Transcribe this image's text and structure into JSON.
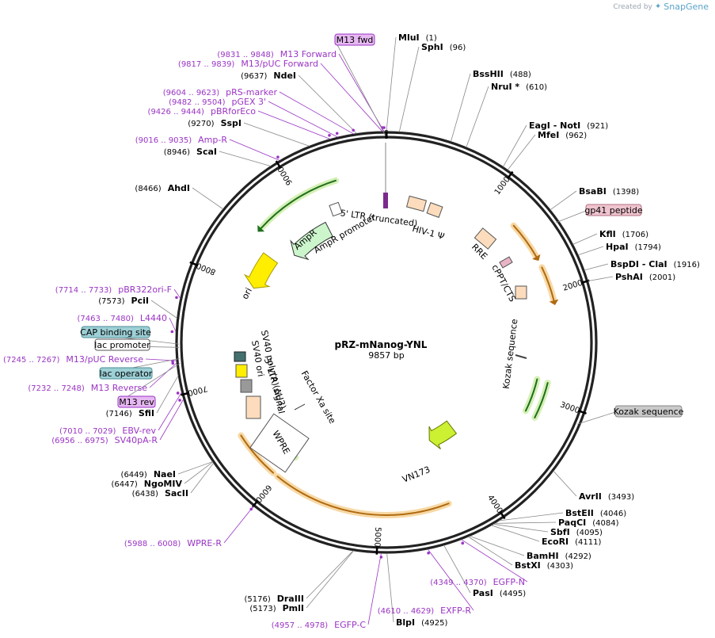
{
  "brand": {
    "created_by": "Created by",
    "app": "SnapGene"
  },
  "plasmid": {
    "name": "pRZ-mNanog-YNL",
    "size_label": "9857 bp"
  },
  "ticks": [
    "1000",
    "2000",
    "3000",
    "4000",
    "5000",
    "6000",
    "7000",
    "8000",
    "9000"
  ],
  "enzymes": [
    {
      "name": "MluI",
      "pos": "(1)"
    },
    {
      "name": "SphI",
      "pos": "(96)"
    },
    {
      "name": "BssHII",
      "pos": "(488)"
    },
    {
      "name": "NruI *",
      "pos": "(610)"
    },
    {
      "name": "EagI - NotI",
      "pos": "(921)"
    },
    {
      "name": "MfeI",
      "pos": "(962)"
    },
    {
      "name": "BsaBI",
      "pos": "(1398)"
    },
    {
      "name": "KflI",
      "pos": "(1706)"
    },
    {
      "name": "HpaI",
      "pos": "(1794)"
    },
    {
      "name": "BspDI - ClaI",
      "pos": "(1916)"
    },
    {
      "name": "PshAI",
      "pos": "(2001)"
    },
    {
      "name": "AvrII",
      "pos": "(3493)"
    },
    {
      "name": "BstEII",
      "pos": "(4046)"
    },
    {
      "name": "PaqCI",
      "pos": "(4084)"
    },
    {
      "name": "SbfI",
      "pos": "(4095)"
    },
    {
      "name": "EcoRI",
      "pos": "(4111)"
    },
    {
      "name": "BamHI",
      "pos": "(4292)"
    },
    {
      "name": "BstXI",
      "pos": "(4303)"
    },
    {
      "name": "PasI",
      "pos": "(4495)"
    },
    {
      "name": "BlpI",
      "pos": "(4925)"
    },
    {
      "name": "PmlI",
      "pos": "(5173)"
    },
    {
      "name": "DraIII",
      "pos": "(5176)"
    },
    {
      "name": "SacII",
      "pos": "(6438)"
    },
    {
      "name": "NgoMIV",
      "pos": "(6447)"
    },
    {
      "name": "NaeI",
      "pos": "(6449)"
    },
    {
      "name": "SfiI",
      "pos": "(7146)"
    },
    {
      "name": "PciI",
      "pos": "(7573)"
    },
    {
      "name": "AhdI",
      "pos": "(8466)"
    },
    {
      "name": "ScaI",
      "pos": "(8946)"
    },
    {
      "name": "SspI",
      "pos": "(9270)"
    },
    {
      "name": "NdeI",
      "pos": "(9637)"
    }
  ],
  "primers": [
    {
      "name": "M13 Forward",
      "range": "(9831 .. 9848)"
    },
    {
      "name": "M13/pUC Forward",
      "range": "(9817 .. 9839)"
    },
    {
      "name": "pRS-marker",
      "range": "(9604 .. 9623)"
    },
    {
      "name": "pGEX 3'",
      "range": "(9482 .. 9504)"
    },
    {
      "name": "pBRforEco",
      "range": "(9426 .. 9444)"
    },
    {
      "name": "Amp-R",
      "range": "(9016 .. 9035)"
    },
    {
      "name": "pBR322ori-F",
      "range": "(7714 .. 7733)"
    },
    {
      "name": "L4440",
      "range": "(7463 .. 7480)"
    },
    {
      "name": "M13/pUC Reverse",
      "range": "(7245 .. 7267)"
    },
    {
      "name": "M13 Reverse",
      "range": "(7232 .. 7248)"
    },
    {
      "name": "EBV-rev",
      "range": "(7010 .. 7029)"
    },
    {
      "name": "SV40pA-R",
      "range": "(6956 .. 6975)"
    },
    {
      "name": "WPRE-R",
      "range": "(5988 .. 6008)"
    },
    {
      "name": "EGFP-C",
      "range": "(4957 .. 4978)"
    },
    {
      "name": "EXFP-R",
      "range": "(4610 .. 4629)"
    },
    {
      "name": "EGFP-N",
      "range": "(4349 .. 4370)"
    }
  ],
  "boxed_labels": {
    "m13_fwd": "M13 fwd",
    "m13_rev": "M13 rev",
    "gp41": "gp41 peptide",
    "kozak_out": "Kozak sequence",
    "cap": "CAP binding site",
    "lac_prom": "lac promoter",
    "lac_op": "lac operator"
  },
  "features": {
    "ltr5": "5' LTR (truncated)",
    "hiv": "HIV-1 Ψ",
    "rre": "RRE",
    "cppt": "cPPT/CTS",
    "kozak_in": "Kozak sequence",
    "vn173": "VN173",
    "wpre": "WPRE",
    "factor_xa": "Factor Xa site",
    "ltr3": "3' LTR (ΔU3)",
    "sv40_ori": "SV40 ori",
    "sv40_polya": "SV40 poly(A) signal",
    "ori": "ori",
    "ampr": "AmpR",
    "ampr_prom": "AmpR promoter"
  },
  "colors": {
    "orf_orange": "#f0a030",
    "orf_green": "#2a9a2a",
    "ampr_fill": "#ccf5cc",
    "ori_fill": "#ffee00",
    "vn173_fill": "#ccf032",
    "ltr_fill": "#fcdcbc",
    "primer": "#9a34c4"
  }
}
